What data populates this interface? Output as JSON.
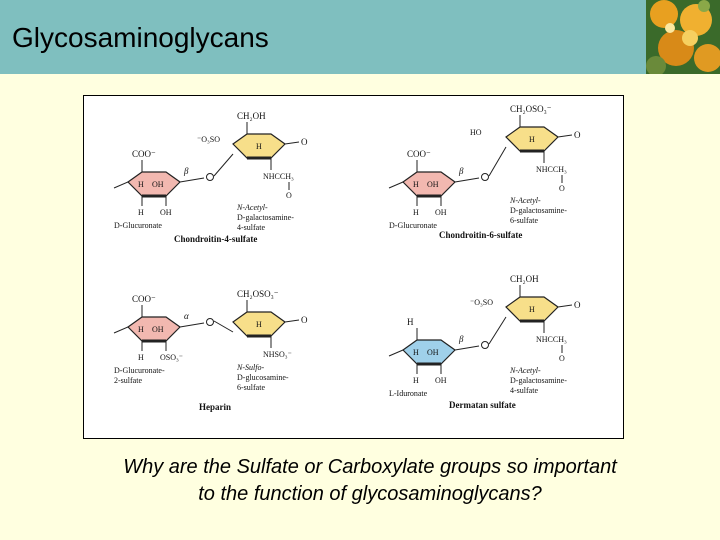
{
  "slide": {
    "title": "Glycosaminoglycans",
    "question_line1": "Why are the Sulfate or Carboxylate groups so important",
    "question_line2": "to the function of glycosaminoglycans?"
  },
  "colors": {
    "title_bar": "#7fbfbf",
    "background": "#ffffe0",
    "glucuronate_ring": "#f2b8b0",
    "galactosamine_ring": "#f7df8a",
    "iduronate_ring": "#9fd0ea"
  },
  "corner_image": {
    "icon": "decorative-photo-icon"
  },
  "figure": {
    "panels": [
      {
        "name": "Chondroitin-4-sulfate",
        "left_sugar": [
          "D-Glucuronate"
        ],
        "right_sugar": [
          "N-Acetyl-",
          "D-galactosamine-",
          "4-sulfate"
        ],
        "left_groups": {
          "top": "COO⁻",
          "bottom_left": "H",
          "bottom_right": "OH"
        },
        "right_groups": {
          "top": "CH₂OH",
          "left": "⁻O₃SO",
          "amide": "NHCCH₃",
          "carbonyl": "O"
        },
        "link_label": "β"
      },
      {
        "name": "Chondroitin-6-sulfate",
        "left_sugar": [
          "D-Glucuronate"
        ],
        "right_sugar": [
          "N-Acetyl-",
          "D-galactosamine-",
          "6-sulfate"
        ],
        "left_groups": {
          "top": "COO⁻",
          "bottom_left": "H",
          "bottom_right": "OH"
        },
        "right_groups": {
          "top": "CH₂OSO₃⁻",
          "left": "HO",
          "amide": "NHCCH₃",
          "carbonyl": "O"
        },
        "link_label": "β"
      },
      {
        "name": "Heparin",
        "left_sugar": [
          "D-Glucuronate-",
          "2-sulfate"
        ],
        "right_sugar": [
          "N-Sulfo-",
          "D-glucosamine-",
          "6-sulfate"
        ],
        "left_groups": {
          "top": "COO⁻",
          "bottom_left": "H",
          "bottom_right": "OSO₃⁻"
        },
        "right_groups": {
          "top": "CH₂OSO₃⁻",
          "left": "",
          "amide": "NHSO₃⁻",
          "carbonyl": ""
        },
        "link_label": "α"
      },
      {
        "name": "Dermatan sulfate",
        "left_sugar": [
          "L-Iduronate"
        ],
        "right_sugar": [
          "N-Acetyl-",
          "D-galactosamine-",
          "4-sulfate"
        ],
        "left_groups": {
          "top": "H",
          "bottom_left": "H",
          "bottom_right": "OH"
        },
        "right_groups": {
          "top": "CH₂OH",
          "left": "⁻O₃SO",
          "amide": "NHCCH₃",
          "carbonyl": "O"
        },
        "link_label": "β"
      }
    ]
  }
}
